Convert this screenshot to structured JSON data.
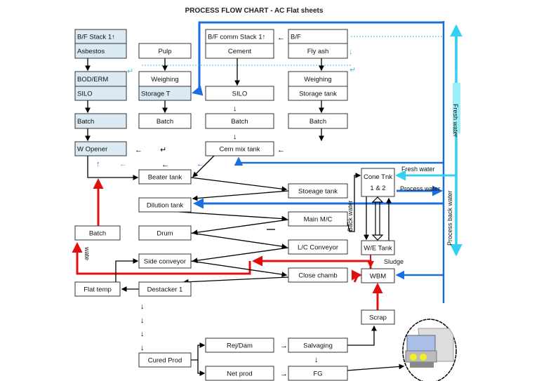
{
  "title": "PROCESS FLOW CHART - AC Flat sheets",
  "colors": {
    "black_flow": "#000000",
    "process_water": "#1a6fe0",
    "fresh_water": "#35d0f0",
    "return_red": "#e01010",
    "dashed_flow": "#4ab8e0",
    "shaded_box": "#dbe9f3"
  },
  "boxes": [
    {
      "id": "bf-stack",
      "label": "B/F Stack 1↑",
      "shaded": true
    },
    {
      "id": "asbestos",
      "label": "Asbestos",
      "shaded": true
    },
    {
      "id": "bod-erm",
      "label": "BOD/ERM",
      "shaded": true
    },
    {
      "id": "silo-1",
      "label": "SILO",
      "shaded": true
    },
    {
      "id": "batch-1",
      "label": "Batch",
      "shaded": true
    },
    {
      "id": "w-opener",
      "label": "W Opener",
      "shaded": true
    },
    {
      "id": "pulp",
      "label": "Pulp",
      "shaded": false
    },
    {
      "id": "weighing-2",
      "label": "Weighing",
      "shaded": false
    },
    {
      "id": "storage-t",
      "label": "Storage T",
      "shaded": true
    },
    {
      "id": "batch-2",
      "label": "Batch",
      "shaded": false
    },
    {
      "id": "bf-comm-stack",
      "label": "B/F comm Stack 1↑",
      "shaded": false
    },
    {
      "id": "cement",
      "label": "Cement",
      "shaded": false
    },
    {
      "id": "silo-3",
      "label": "SILO",
      "shaded": false
    },
    {
      "id": "batch-3",
      "label": "Batch",
      "shaded": false
    },
    {
      "id": "cem-mix-tank",
      "label": "Cem mix tank",
      "shaded": false
    },
    {
      "id": "bf",
      "label": "B/F",
      "shaded": false
    },
    {
      "id": "fly-ash",
      "label": "Fly ash",
      "shaded": false
    },
    {
      "id": "weighing-4",
      "label": "Weighing",
      "shaded": false
    },
    {
      "id": "storage-tank",
      "label": "Storage tank",
      "shaded": false
    },
    {
      "id": "batch-4",
      "label": "Batch",
      "shaded": false
    },
    {
      "id": "beater-tank",
      "label": "Beater tank",
      "shaded": false
    },
    {
      "id": "dilution-tank",
      "label": "Dilution tank",
      "shaded": false
    },
    {
      "id": "drum",
      "label": "Drum",
      "shaded": false
    },
    {
      "id": "side-conveyor",
      "label": "Side conveyor",
      "shaded": false
    },
    {
      "id": "destacker",
      "label": "Destacker 1",
      "shaded": false
    },
    {
      "id": "batch-left",
      "label": "Batch",
      "shaded": false
    },
    {
      "id": "flat-temp",
      "label": "Flat temp",
      "shaded": false
    },
    {
      "id": "stoeage-tank",
      "label": "Stoeage tank",
      "shaded": false
    },
    {
      "id": "main-mc",
      "label": "Main M/C",
      "shaded": false
    },
    {
      "id": "lc-conveyor",
      "label": "L/C Conveyor",
      "shaded": false
    },
    {
      "id": "close-chamb",
      "label": "Close chamb",
      "shaded": false
    },
    {
      "id": "cone-tnk",
      "label": "Cone Tnk",
      "label2": "1 & 2",
      "shaded": false
    },
    {
      "id": "we-tank",
      "label": "W/E Tank",
      "shaded": false
    },
    {
      "id": "wbm",
      "label": "WBM",
      "shaded": false
    },
    {
      "id": "scrap",
      "label": "Scrap",
      "shaded": false
    },
    {
      "id": "cured-prod",
      "label": "Cured Prod",
      "shaded": false
    },
    {
      "id": "rej-dam",
      "label": "Rej/Dam",
      "shaded": false
    },
    {
      "id": "net-prod",
      "label": "Net prod",
      "shaded": false
    },
    {
      "id": "salvaging",
      "label": "Salvaging",
      "shaded": false
    },
    {
      "id": "fg",
      "label": "FG",
      "shaded": false
    }
  ],
  "annotations": {
    "fresh_water_vertical": "Fresh water",
    "fresh_water": "Fresh water",
    "process_water": "Process water",
    "process_back_water": "Process back water",
    "back_water": "Back water",
    "sludge": "Sludge",
    "water": "wate"
  },
  "glyphs": {
    "arrow_left": "←",
    "arrow_down": "↓",
    "arrow_up_left": "⬑",
    "return": "↵",
    "up": "↑"
  }
}
